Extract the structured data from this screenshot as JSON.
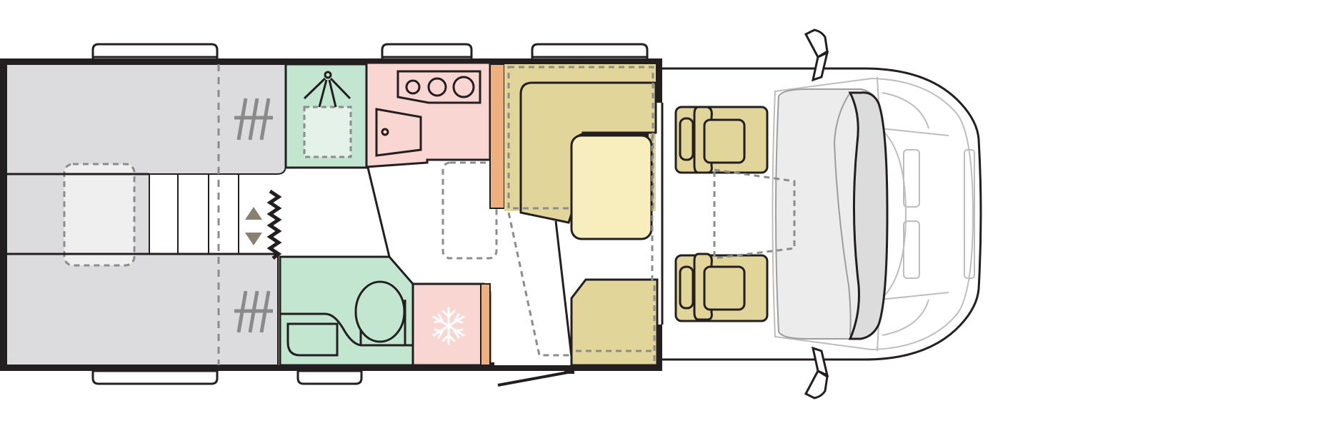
{
  "diagram": {
    "kind": "motorhome-floorplan",
    "view": "top-down",
    "front": "right"
  },
  "zones": [
    {
      "name": "twin-bed-left",
      "color": "#dcdcde"
    },
    {
      "name": "twin-bed-right",
      "color": "#dcdcde"
    },
    {
      "name": "shower",
      "color": "#c3e6d0"
    },
    {
      "name": "kitchen",
      "color": "#f9d6d2"
    },
    {
      "name": "washroom",
      "color": "#c3e6d0"
    },
    {
      "name": "fridge",
      "color": "#f9d6d2"
    },
    {
      "name": "dinette-seating",
      "color": "#e2d59a"
    },
    {
      "name": "dinette-table",
      "color": "#f7edbd"
    },
    {
      "name": "cab-seats",
      "color": "#e2d59a"
    },
    {
      "name": "wardrobe-strip",
      "color": "#eeb07e"
    }
  ],
  "icons": [
    "window-icon",
    "snowflake-icon",
    "shower-icon",
    "toilet-icon",
    "hob-icon",
    "sink-icon",
    "bed-slats-icon",
    "step-up-icon",
    "step-down-icon",
    "entry-door-icon",
    "mirror-icon",
    "steering-wheel-area"
  ],
  "colors": {
    "wall": "#231f20",
    "outline": "#231f20",
    "dashed": "#8c8c8c",
    "arrow": "#8a8070",
    "cab_outline": "#b8b8b8"
  }
}
